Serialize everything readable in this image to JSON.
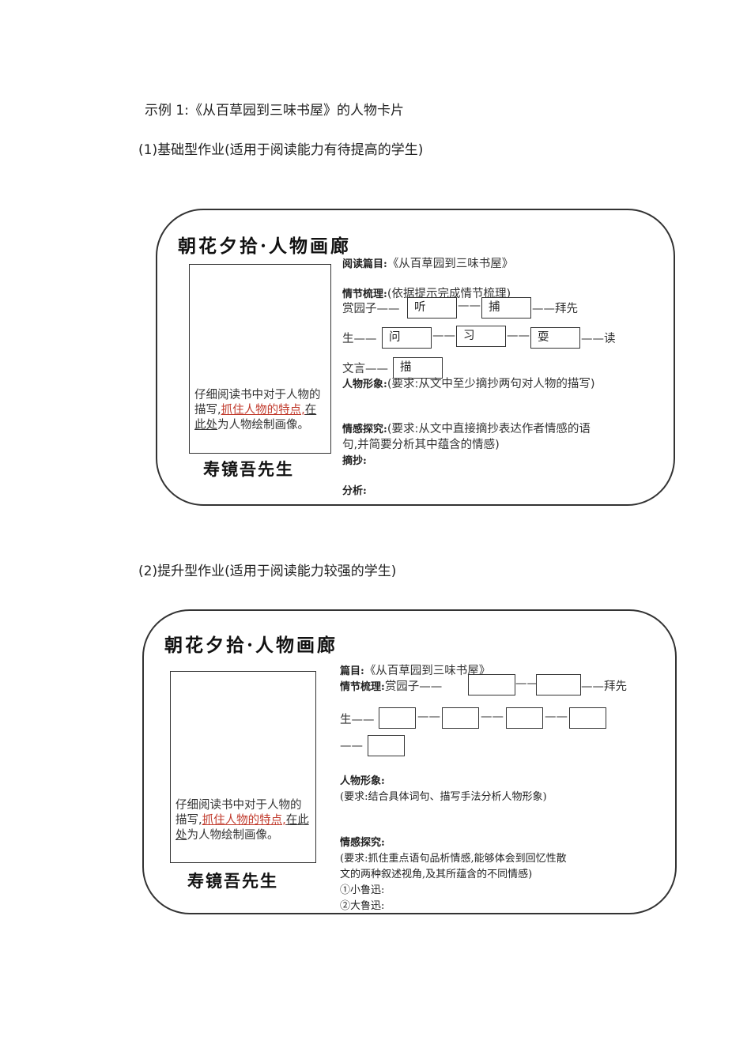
{
  "intro": "示例 1:《从百草园到三味书屋》的人物卡片",
  "section1": {
    "heading": "(1)基础型作业(适用于阅读能力有待提高的学生)",
    "card": {
      "title": "朝花夕拾·人物画廊",
      "portrait": {
        "text_before": "仔细阅读书中对于人物的描写,",
        "text_highlight": "抓住人物的特点,",
        "text_underlined": "在此处",
        "text_after": "为人物绘制画像。"
      },
      "caption": "寿镜吾先生",
      "reading_label": "阅读篇目:",
      "reading_value": "《从百草园到三味书屋》",
      "plot_label": "情节梳理:",
      "plot_hint": "(依据提示完成情节梳理)",
      "plot_row1_start": "赏园子——",
      "plot_row1_end": "——拜先",
      "plot_row2_start": "生——",
      "plot_row2_end": "——读",
      "plot_row3_start": "文言——",
      "boxes": [
        "听",
        "捕",
        "问",
        "习",
        "耍",
        "描"
      ],
      "joiner": "——",
      "image_label": "人物形象:",
      "image_req": "(要求:从文中至少摘抄两句对人物的描写)",
      "emotion_label": "情感探究:",
      "emotion_req_line1": "(要求:从文中直接摘抄表达作者情感的语",
      "emotion_req_line2": "句,并简要分析其中蕴含的情感)",
      "excerpt_label": "摘抄:",
      "analysis_label": "分析:"
    }
  },
  "section2": {
    "heading": "(2)提升型作业(适用于阅读能力较强的学生)",
    "card": {
      "title": "朝花夕拾·人物画廊",
      "portrait": {
        "text_before": "仔细阅读书中对于人物的描写,",
        "text_highlight": "抓住人物的特点,",
        "text_underlined": "在此处",
        "text_after": "为人物绘制画像。"
      },
      "caption": "寿镜吾先生",
      "reading_label": "篇目:",
      "reading_value": "《从百草园到三味书屋》",
      "plot_label": "情节梳理:",
      "plot_row1_start": "赏园子——",
      "plot_row1_end": "——拜先",
      "plot_row2_start": "生——",
      "plot_row3_start": "——",
      "joiner": "——",
      "image_label": "人物形象:",
      "image_req": "(要求:结合具体词句、描写手法分析人物形象)",
      "emotion_label": "情感探究:",
      "emotion_req_line1": "(要求:抓住重点语句品析情感,能够体会到回忆性散",
      "emotion_req_line2": "文的两种叙述视角,及其所蕴含的不同情感)",
      "item1": "①小鲁迅:",
      "item2": "②大鲁迅:"
    }
  }
}
